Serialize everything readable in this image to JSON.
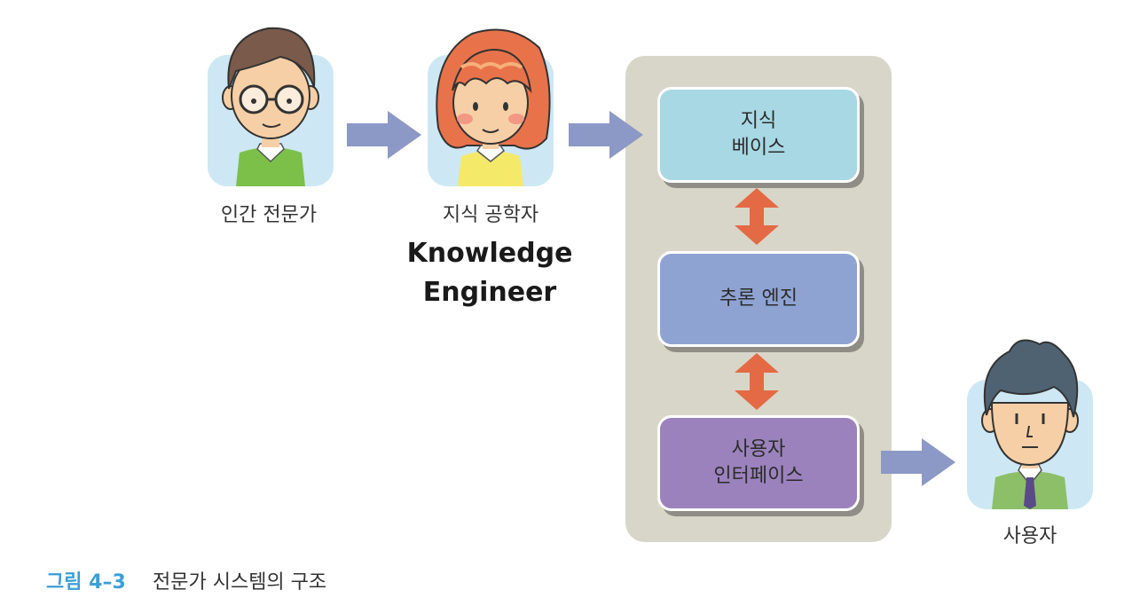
{
  "people": {
    "expert": {
      "label": "인간 전문가",
      "icon": "human-expert-icon"
    },
    "engineer": {
      "label": "지식 공학자",
      "icon": "knowledge-engineer-icon"
    },
    "user": {
      "label": "사용자",
      "icon": "user-icon"
    }
  },
  "knowledge_engineer_en": {
    "line1": "Knowledge",
    "line2": "Engineer"
  },
  "system": {
    "knowledge_base": {
      "line1": "지식",
      "line2": "베이스"
    },
    "inference_engine": {
      "line1": "추론 엔진"
    },
    "user_interface": {
      "line1": "사용자",
      "line2": "인터페이스"
    }
  },
  "caption": {
    "number": "그림 4–3",
    "text": "전문가 시스템의 구조"
  },
  "colors": {
    "arrow": "#8c98c6",
    "double_arrow": "#e36a44",
    "panel": "#d8d6c8",
    "knowledge_base": "#a8d8e4",
    "inference_engine": "#8ea3d2",
    "user_interface": "#9b82bc",
    "caption_number": "#3aa0d8"
  }
}
